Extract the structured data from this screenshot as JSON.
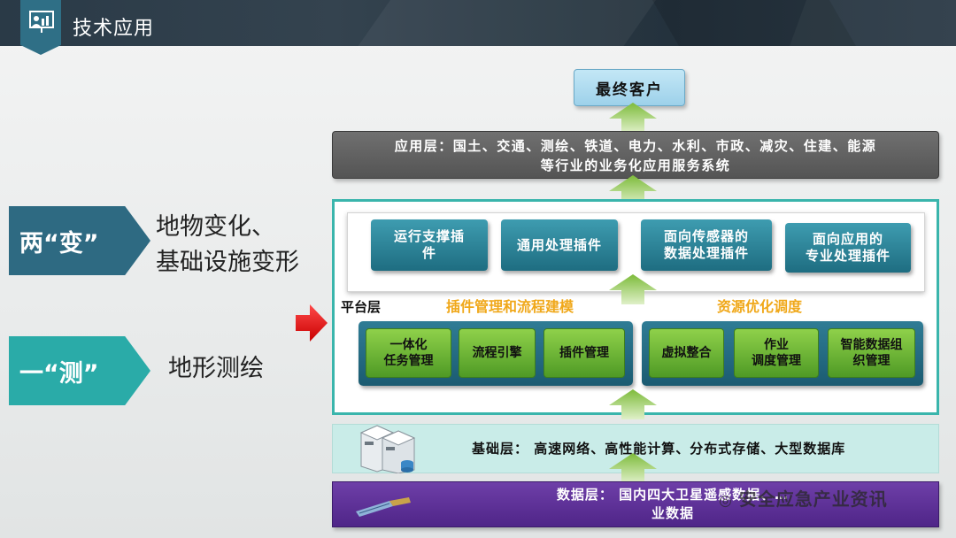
{
  "header": {
    "title": "技术应用",
    "icon": "presentation-chart-icon"
  },
  "left": {
    "item1": {
      "tag": "两“变”",
      "text_line1": "地物变化、",
      "text_line2": "基础设施变形",
      "color": "#2e6a82"
    },
    "item2": {
      "tag": "一“测”",
      "text": "地形测绘",
      "color": "#2aaba8"
    }
  },
  "diagram": {
    "final_customer": "最终客户",
    "app_layer": {
      "line1": "应用层：国土、交通、测绘、铁道、电力、水利、市政、减灾、住建、能源",
      "line2": "等行业的业务化应用服务系统"
    },
    "plugins": [
      {
        "line1": "运行支撑插",
        "line2": "件"
      },
      {
        "line1": "通用处理插件",
        "line2": ""
      },
      {
        "line1": "面向传感器的",
        "line2": "数据处理插件"
      },
      {
        "line1": "面向应用的",
        "line2": "专业处理插件"
      }
    ],
    "section_left": "插件管理和流程建模",
    "section_right": "资源优化调度",
    "platform_label": "平台层",
    "left_group": [
      {
        "line1": "一体化",
        "line2": "任务管理"
      },
      {
        "line1": "流程引擎",
        "line2": ""
      },
      {
        "line1": "插件管理",
        "line2": ""
      }
    ],
    "right_group": [
      {
        "line1": "虚拟整合",
        "line2": ""
      },
      {
        "line1": "作业",
        "line2": "调度管理"
      },
      {
        "line1": "智能数据组",
        "line2": "织管理"
      }
    ],
    "base_layer": "基础层：  高速网络、高性能计算、分布式存储、大型数据库",
    "data_layer": {
      "line1": "数据层：   国内四大卫星遥感数据、…",
      "line2": "业数据"
    },
    "watermark": "安全应急产业资讯",
    "colors": {
      "teal_border": "#3ab5ac",
      "arrow_green": "#8dc63f",
      "section_orange": "#f0a81a",
      "data_purple": "#5a2d91"
    }
  }
}
